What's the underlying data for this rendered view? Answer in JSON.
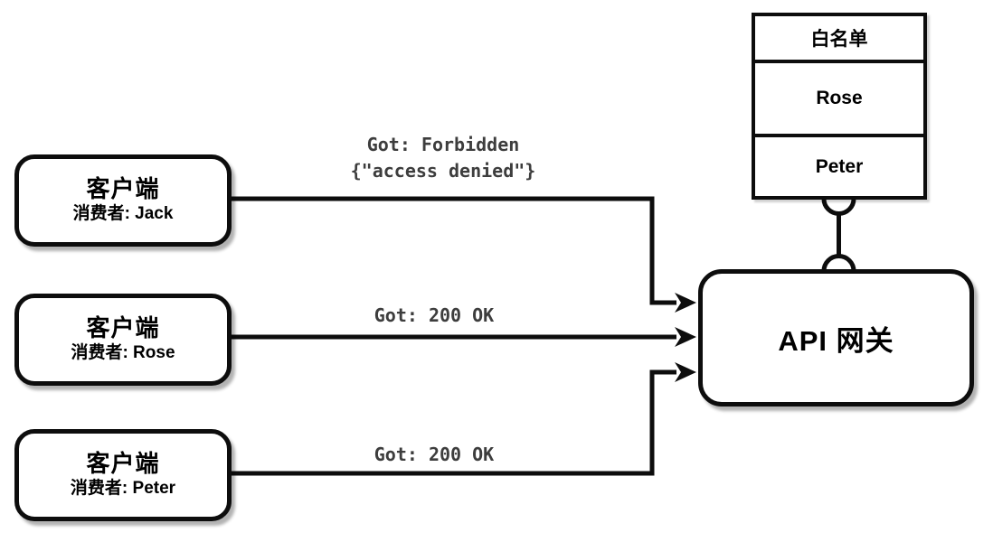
{
  "diagram": {
    "clients": [
      {
        "title": "客户端",
        "subtitle": "消费者: Jack"
      },
      {
        "title": "客户端",
        "subtitle": "消费者: Rose"
      },
      {
        "title": "客户端",
        "subtitle": "消费者: Peter"
      }
    ],
    "gateway": {
      "label": "API 网关"
    },
    "whitelist": {
      "header": "白名单",
      "rows": [
        "Rose",
        "Peter"
      ]
    },
    "edges": [
      {
        "from": "client-jack",
        "to": "api-gateway",
        "line1": "Got: Forbidden",
        "line2": "{\"access denied\"}"
      },
      {
        "from": "client-rose",
        "to": "api-gateway",
        "line1": "Got: 200 OK"
      },
      {
        "from": "client-peter",
        "to": "api-gateway",
        "line1": "Got: 200 OK"
      }
    ],
    "colors": {
      "stroke": "#0d0d0d",
      "edge_label_text": "#3d3d3d",
      "background": "#ffffff"
    }
  }
}
